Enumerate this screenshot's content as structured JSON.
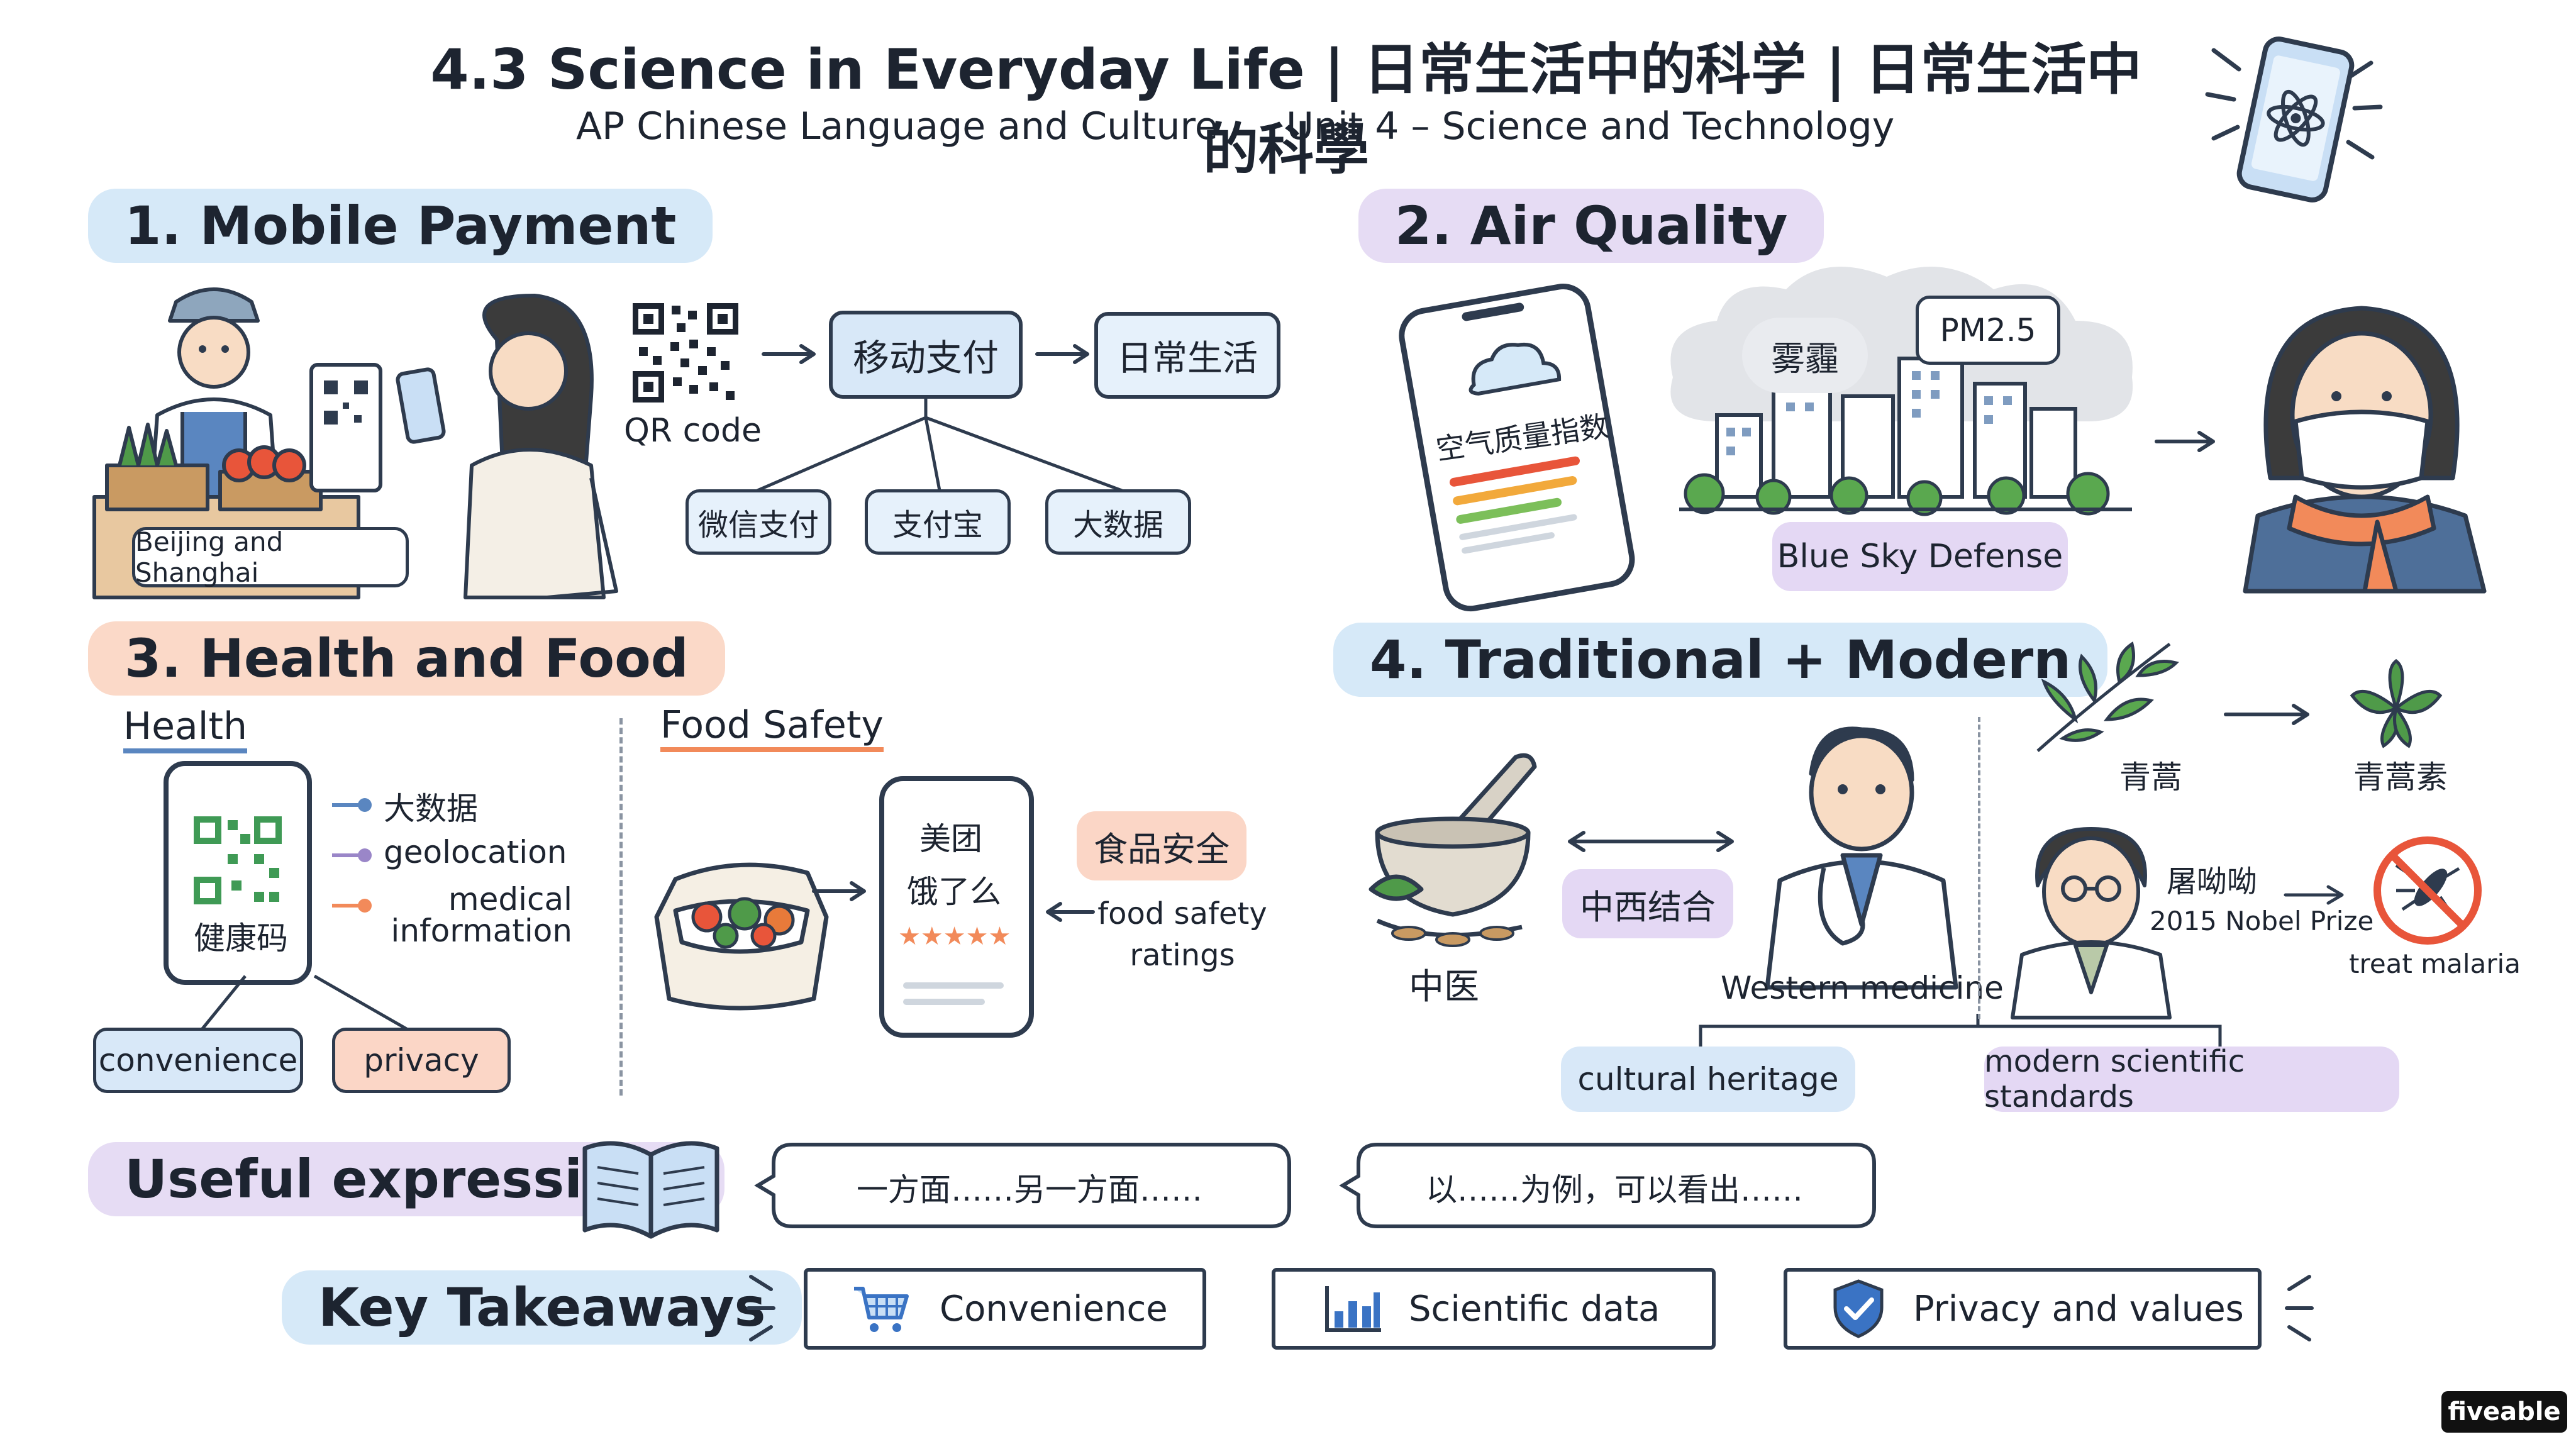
{
  "header": {
    "title": "4.3 Science in Everyday Life | 日常生活中的科学 | 日常生活中的科學",
    "course": "AP Chinese Language and Culture",
    "unit": "Unit 4 – Science and Technology"
  },
  "section1": {
    "heading": "1. Mobile Payment",
    "market_sign": "Beijing and Shanghai",
    "qr_label": "QR code",
    "center": "移动支付",
    "result": "日常生活",
    "branches": [
      "微信支付",
      "支付宝",
      "大数据"
    ]
  },
  "section2": {
    "heading": "2. Air Quality",
    "phone_text": "空气质量指数",
    "smog": "雾霾",
    "pm": "PM2.5",
    "banner": "Blue Sky Defense"
  },
  "section3": {
    "heading": "3. Health and Food",
    "health_label": "Health",
    "phone_text": "健康码",
    "bullets": [
      "大数据",
      "geolocation",
      "medical information"
    ],
    "convenience": "convenience",
    "privacy": "privacy",
    "food_label": "Food Safety",
    "apps": [
      "美团",
      "饿了么"
    ],
    "stars": "★★★★★",
    "food_safety": "食品安全",
    "ratings": "food safety ratings"
  },
  "section4": {
    "heading": "4. Traditional + Modern",
    "tcm": "中医",
    "integration": "中西结合",
    "western": "Western medicine",
    "herb": "青蒿",
    "compound": "青蒿素",
    "scientist": "屠呦呦",
    "nobel": "2015 Nobel Prize",
    "malaria": "treat malaria",
    "heritage": "cultural heritage",
    "standards": "modern scientific standards"
  },
  "expressions": {
    "heading": "Useful expressions",
    "items": [
      "一方面……另一方面……",
      "以……为例，可以看出……"
    ]
  },
  "takeaways": {
    "heading": "Key Takeaways",
    "items": [
      {
        "label": "Convenience",
        "icon": "cart-icon"
      },
      {
        "label": "Scientific data",
        "icon": "bar-chart-icon"
      },
      {
        "label": "Privacy and values",
        "icon": "shield-icon"
      }
    ]
  },
  "brand": "fiveable",
  "colors": {
    "blue_highlight": "#d6e9f8",
    "orange_highlight": "#fbd9c8",
    "purple_highlight": "#e6dcf4",
    "box_blue": "#d8e8f8",
    "box_orange": "#fbd6c6",
    "box_purple": "#e4d8f4",
    "stroke": "#2e3b4e"
  }
}
